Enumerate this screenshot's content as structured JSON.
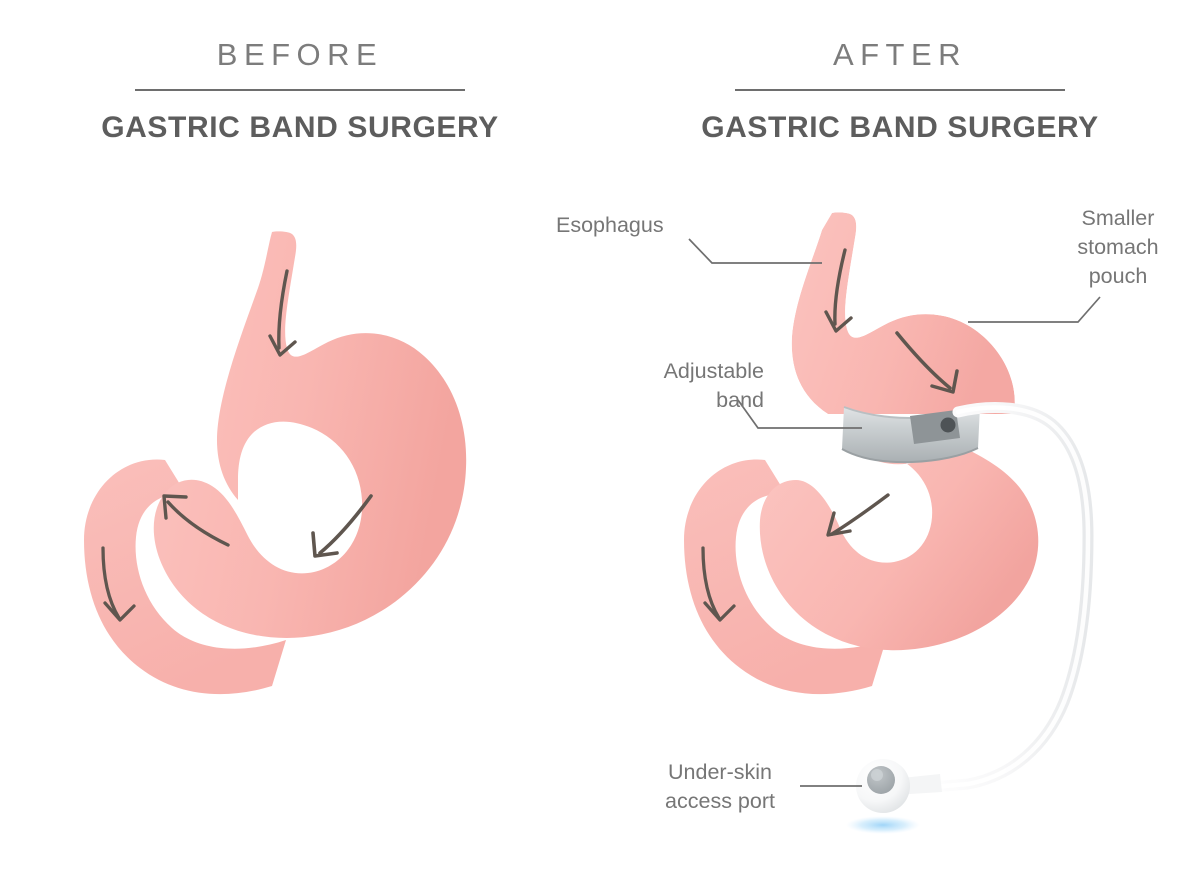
{
  "document": {
    "type": "medical-illustration",
    "subject": "Gastric band surgery comparison",
    "background_color": "#ffffff"
  },
  "panels": [
    {
      "id": "before",
      "eyebrow": "BEFORE",
      "title": "GASTRIC BAND\nSURGERY",
      "anatomy": [
        "esophagus",
        "stomach",
        "duodenum"
      ],
      "flow_arrows": 4
    },
    {
      "id": "after",
      "eyebrow": "AFTER",
      "title": "GASTRIC BAND\nSURGERY",
      "anatomy": [
        "esophagus",
        "smaller-stomach-pouch",
        "adjustable-band",
        "lower-stomach",
        "duodenum",
        "connecting-tube",
        "under-skin-access-port"
      ],
      "flow_arrows": 4
    }
  ],
  "callouts": [
    {
      "id": "esophagus",
      "label": "Esophagus"
    },
    {
      "id": "smaller-stomach-pouch",
      "label": "Smaller\nstomach\npouch"
    },
    {
      "id": "adjustable-band",
      "label": "Adjustable\nband"
    },
    {
      "id": "under-skin-access-port",
      "label": "Under-skin\naccess port"
    }
  ],
  "colors": {
    "background": "#ffffff",
    "organ_pink": "#f8b2ad",
    "organ_pink_light": "#fac0bc",
    "organ_pink_shade": "#f2a6a2",
    "arrow_gray": "#5f564f",
    "heading_gray": "#5d5d5d",
    "eyebrow_gray": "#7c7c7c",
    "label_gray": "#767676",
    "rule_gray": "#6e6e6e",
    "leader_line": "#6f6f6f",
    "band_gray": "#c9cdcf",
    "band_gray_dark": "#9aa0a3",
    "band_clasp": "#8e9497",
    "tube_white": "#fbfbfb",
    "port_white": "#fdfdfd",
    "port_septum": "#a9afb2",
    "port_glow_blue": "#9fd4f5"
  }
}
